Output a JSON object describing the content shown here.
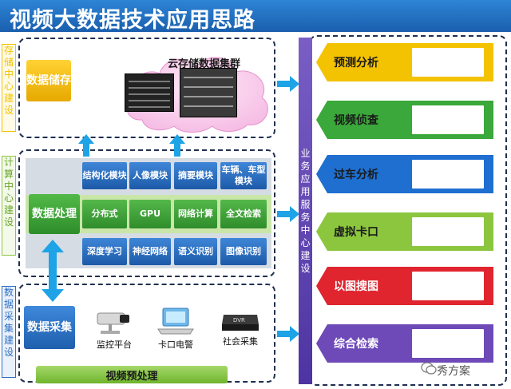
{
  "title": "视频大数据技术应用思路",
  "side_labels": {
    "storage": "存储中心建设",
    "compute": "计算中心建设",
    "collect": "数据采集建设"
  },
  "storage": {
    "box": "数据储存",
    "cloud": "云存储数据集群"
  },
  "compute": {
    "box": "数据处理",
    "top_modules": [
      "结构化模块",
      "人像模块",
      "摘要模块",
      "车辆、车型模块"
    ],
    "mid_modules": [
      "分布式",
      "GPU",
      "网络计算",
      "全文检索"
    ],
    "bottom_modules": [
      "深度学习",
      "神经网络",
      "语义识别",
      "图像识别"
    ]
  },
  "collect": {
    "box": "数据采集",
    "devices": [
      "监控平台",
      "卡口电警",
      "社会采集"
    ],
    "dvr_text": "DVR",
    "preprocess": "视频预处理"
  },
  "center_column": "业务应用服务中心建设",
  "apps": [
    {
      "label": "预测分析",
      "color": "#f3c200",
      "light": false
    },
    {
      "label": "视频侦查",
      "color": "#3aa83a",
      "light": false
    },
    {
      "label": "过车分析",
      "color": "#1f6fd0",
      "light": false
    },
    {
      "label": "虚拟卡口",
      "color": "#8cc63f",
      "light": false
    },
    {
      "label": "以图搜图",
      "color": "#e0252f",
      "light": true
    },
    {
      "label": "综合检索",
      "color": "#6e4ab8",
      "light": true
    }
  ],
  "colors": {
    "banner": "#1f6bc0",
    "storage": "#f3c200",
    "compute": "#4aab41",
    "collect": "#2e6fc1",
    "arrow": "#1ea3e6"
  },
  "watermark": "秀方案"
}
